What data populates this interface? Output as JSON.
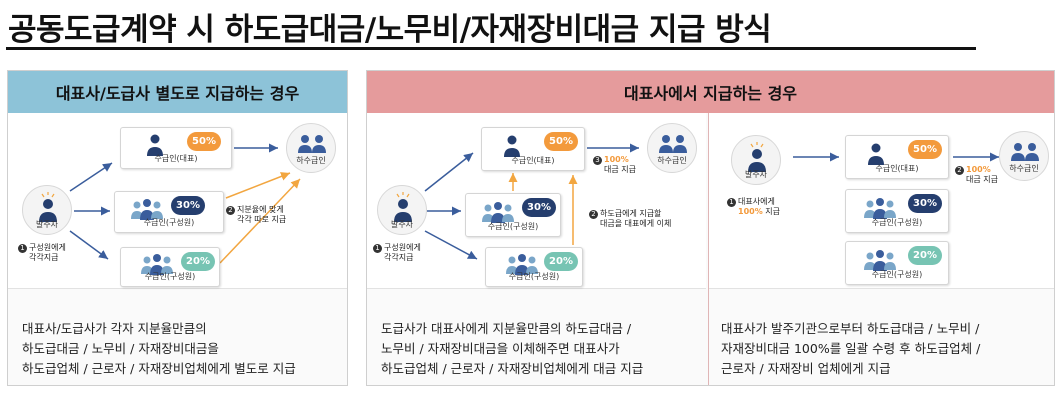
{
  "title": "공동도급계약 시 하도급대금/노무비/자재장비대금 지급 방식",
  "colors": {
    "left_header": "#8dc3d8",
    "right_header": "#e59b9c",
    "orange": "#f39a3c",
    "navy": "#253e6e",
    "green": "#77c4b3",
    "arrow_blue": "#3a5d9c",
    "arrow_orange": "#f2a640"
  },
  "left": {
    "header": "대표사/도급사 별도로 지급하는 경우",
    "orderer": "발주자",
    "receiver": "하수급인",
    "box1": {
      "label": "수급인(대표)",
      "pct": "50%"
    },
    "box2": {
      "label": "수급인(구성원)",
      "pct": "30%"
    },
    "box3": {
      "label": "수급인(구성원)",
      "pct": "20%"
    },
    "note1_num": "1",
    "note1_l1": "구성원에게",
    "note1_l2": "각각지급",
    "note2_num": "2",
    "note2_l1": "지분율에 맞게",
    "note2_l2": "각각 따로 지급",
    "desc": [
      "대표사/도급사가 각자 지분율만큼의",
      "하도급대금 / 노무비 / 자재장비대금을",
      "하도급업체 / 근로자 / 자재장비업체에게 별도로 지급"
    ]
  },
  "right": {
    "header": "대표사에서 지급하는 경우",
    "a": {
      "orderer": "발주자",
      "receiver": "하수급인",
      "box1": {
        "label": "수급인(대표)",
        "pct": "50%"
      },
      "box2": {
        "label": "수급인(구성원)",
        "pct": "30%"
      },
      "box3": {
        "label": "수급인(구성원)",
        "pct": "20%"
      },
      "note1_num": "1",
      "note1_l1": "구성원에게",
      "note1_l2": "각각지급",
      "note2_num": "2",
      "note2_l1": "하도급에게 지급할",
      "note2_l2": "대금을 대표에게 이체",
      "note3_num": "3",
      "note3_pct": "100%",
      "note3_l2": "대금 지급",
      "desc": [
        "도급사가 대표사에게 지분율만큼의 하도급대금 /",
        "노무비 / 자재장비대금을 이체해주면 대표사가",
        "하도급업체 / 근로자 / 자재장비업체에게 대금 지급"
      ]
    },
    "b": {
      "orderer": "발주자",
      "receiver": "하수급인",
      "box1": {
        "label": "수급인(대표)",
        "pct": "50%"
      },
      "box2": {
        "label": "수급인(구성원)",
        "pct": "30%"
      },
      "box3": {
        "label": "수급인(구성원)",
        "pct": "20%"
      },
      "note1_num": "1",
      "note1_l1": "대표사에게",
      "note1_pct": "100%",
      "note1_l2": "지급",
      "note2_num": "2",
      "note2_pct": "100%",
      "note2_l2": "대금 지급",
      "desc": [
        "대표사가 발주기관으로부터 하도급대금 / 노무비 /",
        "자재장비대금 100%를 일괄 수령 후 하도급업체 /",
        "근로자 / 자재장비 업체에게 지급"
      ]
    }
  }
}
